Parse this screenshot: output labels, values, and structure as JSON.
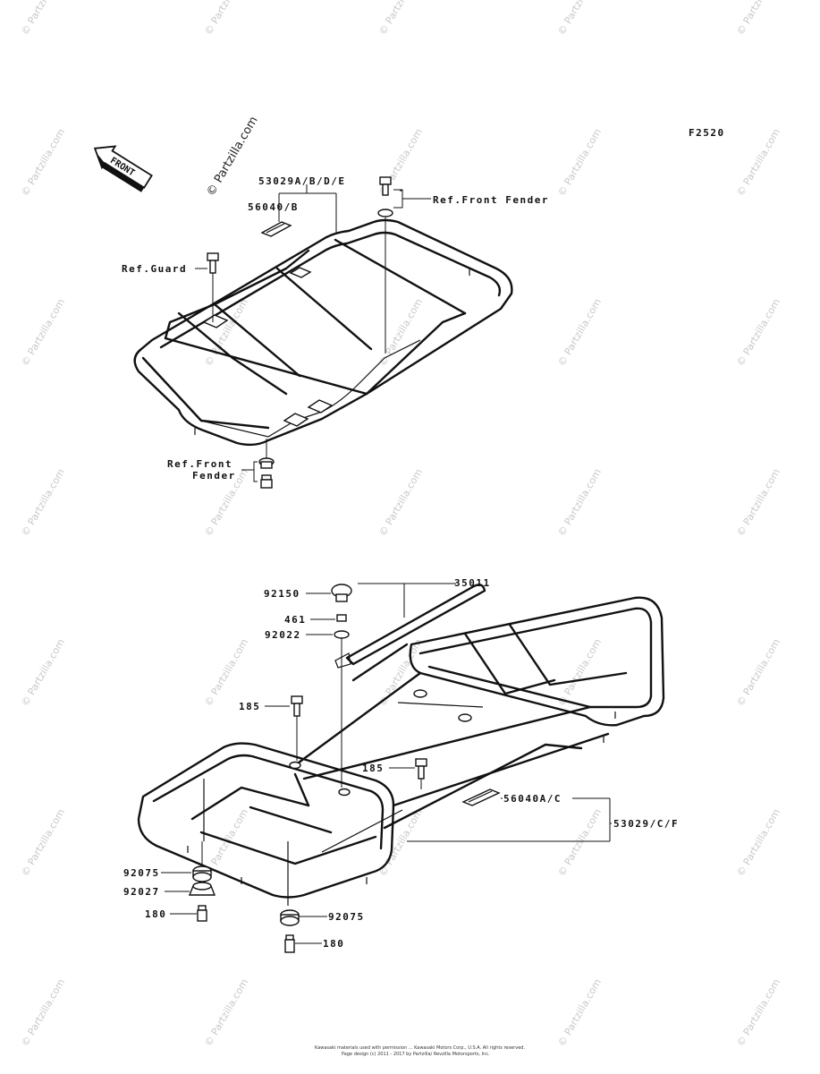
{
  "diagram": {
    "code": "F2520",
    "front_label": "FRONT",
    "watermark": "© Partzilla.com",
    "footer_line1": "Kawasaki materials used with permission ... Kawasaki Motors Corp., U.S.A. All rights reserved.",
    "footer_line2": "Page design (c) 2011 - 2017 by Partzilla/ Revzilla Motorsports, Inc."
  },
  "top_labels": {
    "carrier_a": "53029A/B/D/E",
    "decal_b": "56040/B",
    "ref_front_fender": "Ref.Front Fender",
    "ref_guard": "Ref.Guard",
    "ref_front_l1": "Ref.Front",
    "ref_front_l2": "Fender"
  },
  "bottom_labels": {
    "p35011": "35011",
    "p92150": "92150",
    "p461": "461",
    "p92022": "92022",
    "p185a": "185",
    "p185b": "185",
    "p56040ac": "56040A/C",
    "p53029cf": "53029/C/F",
    "p92075a": "92075",
    "p92027": "92027",
    "p180a": "180",
    "p92075b": "92075",
    "p180b": "180"
  }
}
